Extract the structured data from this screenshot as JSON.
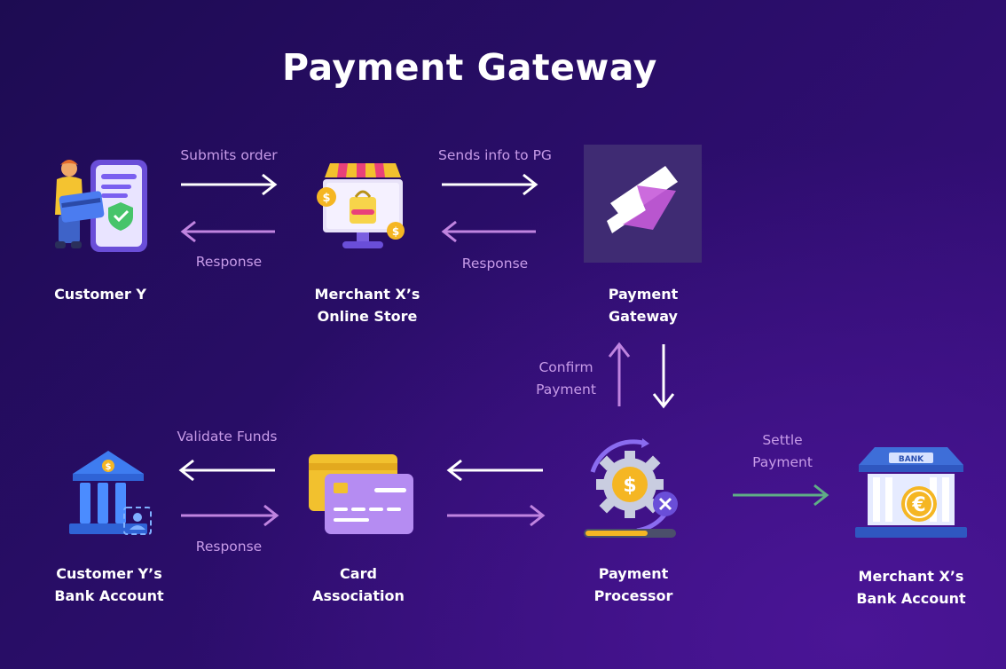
{
  "title": "Payment Gateway",
  "nodes": {
    "customer": {
      "line1": "Customer Y",
      "line2": ""
    },
    "merchant_store": {
      "line1": "Merchant X’s",
      "line2": "Online Store"
    },
    "payment_gateway": {
      "line1": "Payment",
      "line2": "Gateway"
    },
    "payment_processor": {
      "line1": "Payment",
      "line2": "Processor"
    },
    "card_association": {
      "line1": "Card",
      "line2": "Association"
    },
    "customer_bank": {
      "line1": "Customer Y’s",
      "line2": "Bank Account"
    },
    "merchant_bank": {
      "line1": "Merchant X’s",
      "line2": "Bank Account"
    }
  },
  "edges": {
    "submits_order": "Submits order",
    "response_store_to_customer": "Response",
    "sends_info_to_pg": "Sends info to PG",
    "response_pg_to_store": "Response",
    "confirm_payment_1": "Confirm",
    "confirm_payment_2": "Payment",
    "validate_funds": "Validate Funds",
    "response_bank_to_card": "Response",
    "settle_payment_1": "Settle",
    "settle_payment_2": "Payment"
  },
  "icons": {
    "bank_sign": "BANK",
    "euro": "€",
    "dollar": "$"
  },
  "colors": {
    "background": "#2a0d69",
    "arrow_forward": "#ffffff",
    "arrow_response": "#c084e0",
    "arrow_settle": "#5fae86",
    "edge_label": "#c79be8",
    "gateway_tile": "#3f2b73"
  }
}
